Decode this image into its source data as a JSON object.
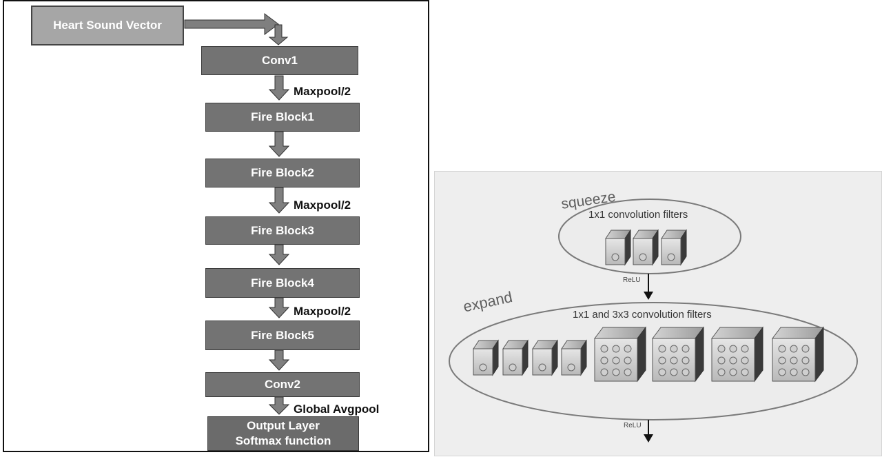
{
  "left": {
    "input_block": "Heart Sound Vector",
    "blocks": [
      "Conv1",
      "Fire Block1",
      "Fire Block2",
      "Fire Block3",
      "Fire Block4",
      "Fire Block5",
      "Conv2"
    ],
    "output_block": {
      "line1": "Output Layer",
      "line2": "Softmax function"
    },
    "pool_labels": {
      "after_conv1": "Maxpool/2",
      "after_fire2": "Maxpool/2",
      "after_fire4": "Maxpool/2",
      "after_conv2": "Global Avgpool"
    }
  },
  "right": {
    "squeeze": {
      "title": "squeeze",
      "subtitle": "1x1 convolution filters",
      "activation": "ReLU"
    },
    "expand": {
      "title": "expand",
      "subtitle": "1x1 and 3x3 convolution filters",
      "activation": "ReLU"
    }
  },
  "colors": {
    "block_fill": "#737373",
    "input_fill": "#a6a6a6",
    "arrow_fill": "#7f7f7f",
    "panel_bg": "#eeeeee",
    "ellipse_stroke": "#7a7a7a"
  }
}
